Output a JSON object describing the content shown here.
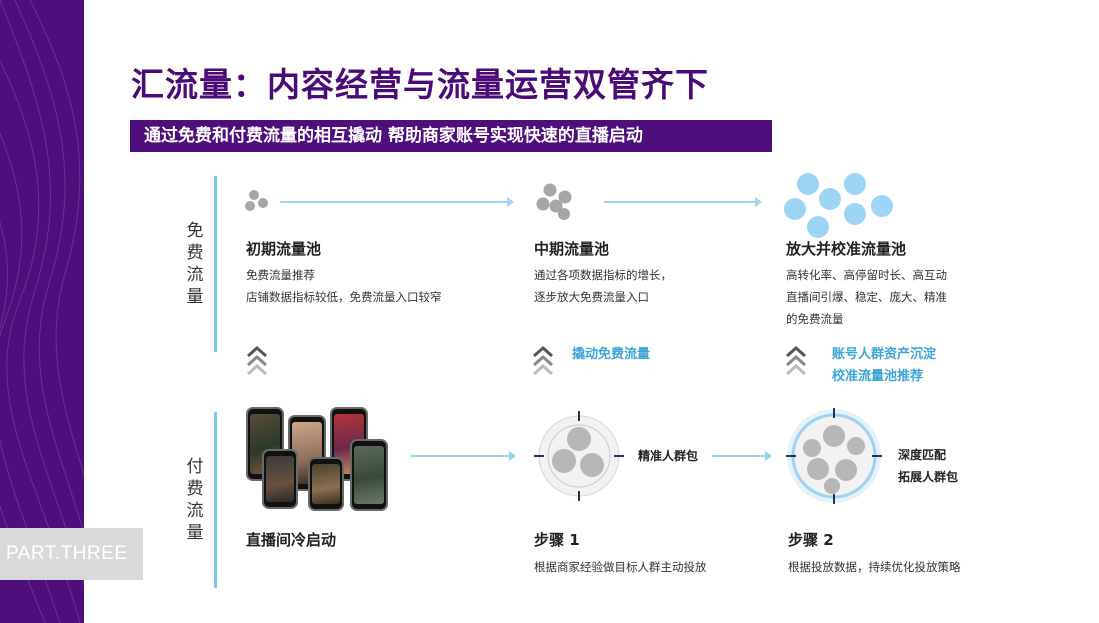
{
  "slide": {
    "part_tag": "PART.THREE",
    "title": "汇流量：内容经营与流量运营双管齐下",
    "subtitle": "通过免费和付费流量的相互撬动 帮助商家账号实现快速的直播启动"
  },
  "free_section": {
    "label": [
      "免",
      "费",
      "流",
      "量"
    ],
    "stages": [
      {
        "title": "初期流量池",
        "desc": [
          "免费流量推荐",
          "店铺数据指标较低，免费流量入口较窄"
        ]
      },
      {
        "title": "中期流量池",
        "desc": [
          "通过各项数据指标的增长，",
          "逐步放大免费流量入口"
        ]
      },
      {
        "title": "放大并校准流量池",
        "desc": [
          "高转化率、高停留时长、高互动",
          "直播间引爆、稳定、庞大、精准",
          "的免费流量"
        ]
      }
    ]
  },
  "levers": [
    {
      "lines": [
        "撬动免费流量"
      ]
    },
    {
      "lines": [
        "账号人群资产沉淀",
        "校准流量池推荐"
      ]
    }
  ],
  "paid_section": {
    "label": [
      "付",
      "费",
      "流",
      "量"
    ],
    "steps": [
      {
        "title": "直播间冷启动",
        "desc": ""
      },
      {
        "title": "步骤 1",
        "desc": "根据商家经验做目标人群主动投放",
        "tag": [
          "精准人群包"
        ]
      },
      {
        "title": "步骤 2",
        "desc": "根据投放数据，持续优化投放策略",
        "tag": [
          "深度匹配",
          "拓展人群包"
        ]
      }
    ]
  },
  "colors": {
    "brand_purple": "#4e0f7d",
    "accent_blue": "#3aa5d8",
    "line_blue": "#7fc6ea",
    "dot_gray": "#a6a6a6",
    "dot_blue": "#9dd6f5"
  }
}
